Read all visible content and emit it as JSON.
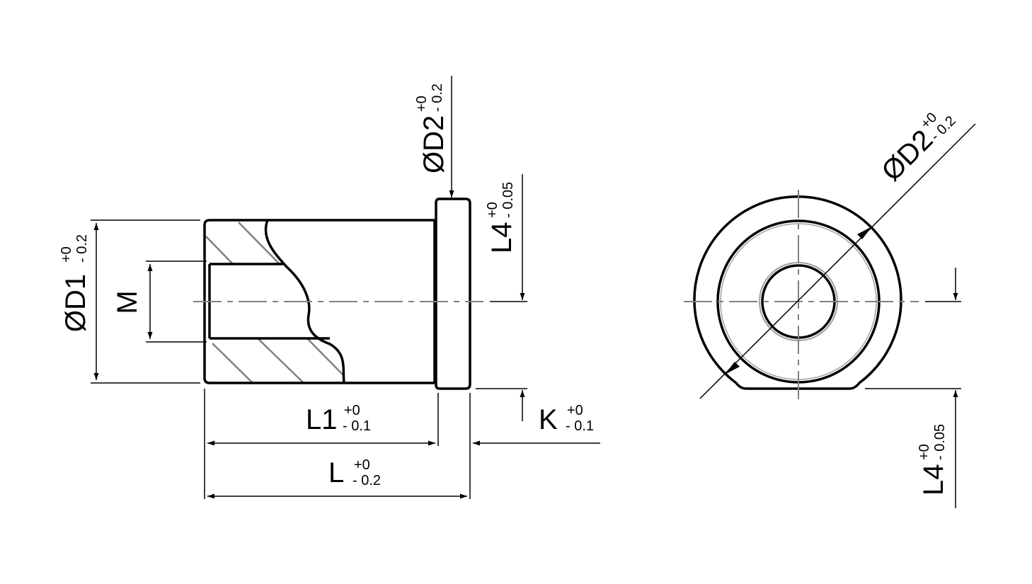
{
  "colors": {
    "outline": "#000000",
    "hatch": "#808080",
    "center_line": "#808080",
    "background": "#ffffff"
  },
  "labels": {
    "d1": {
      "symbol": "ØD1",
      "tol_upper": "+0",
      "tol_lower": "- 0.2"
    },
    "m": {
      "symbol": "M"
    },
    "d2_side": {
      "symbol": "ØD2",
      "tol_upper": "+0",
      "tol_lower": "- 0.2"
    },
    "l4_side": {
      "symbol": "L4",
      "tol_upper": "+0",
      "tol_lower": "- 0.05"
    },
    "l1": {
      "symbol": "L1",
      "tol_upper": "+0",
      "tol_lower": "- 0.1"
    },
    "k": {
      "symbol": "K",
      "tol_upper": "+0",
      "tol_lower": "- 0.1"
    },
    "l": {
      "symbol": "L",
      "tol_upper": "+0",
      "tol_lower": "- 0.2"
    },
    "d2_front": {
      "symbol": "ØD2",
      "tol_upper": "+0",
      "tol_lower": "- 0.2"
    },
    "l4_front": {
      "symbol": "L4",
      "tol_upper": "+0",
      "tol_lower": "- 0.05"
    }
  }
}
